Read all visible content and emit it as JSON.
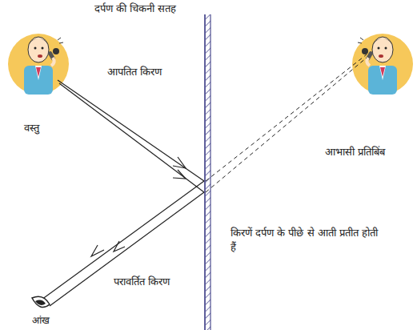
{
  "diagram": {
    "labels": [
      "दर्पण की चिकनी सतह",
      "आपतित किरण",
      "वस्तु",
      "आभासी प्रतिबिंब",
      "किरणें दर्पण के पीछे से आती प्रतीत होती हैं",
      "परावर्तित किरण",
      "आंख"
    ]
  }
}
